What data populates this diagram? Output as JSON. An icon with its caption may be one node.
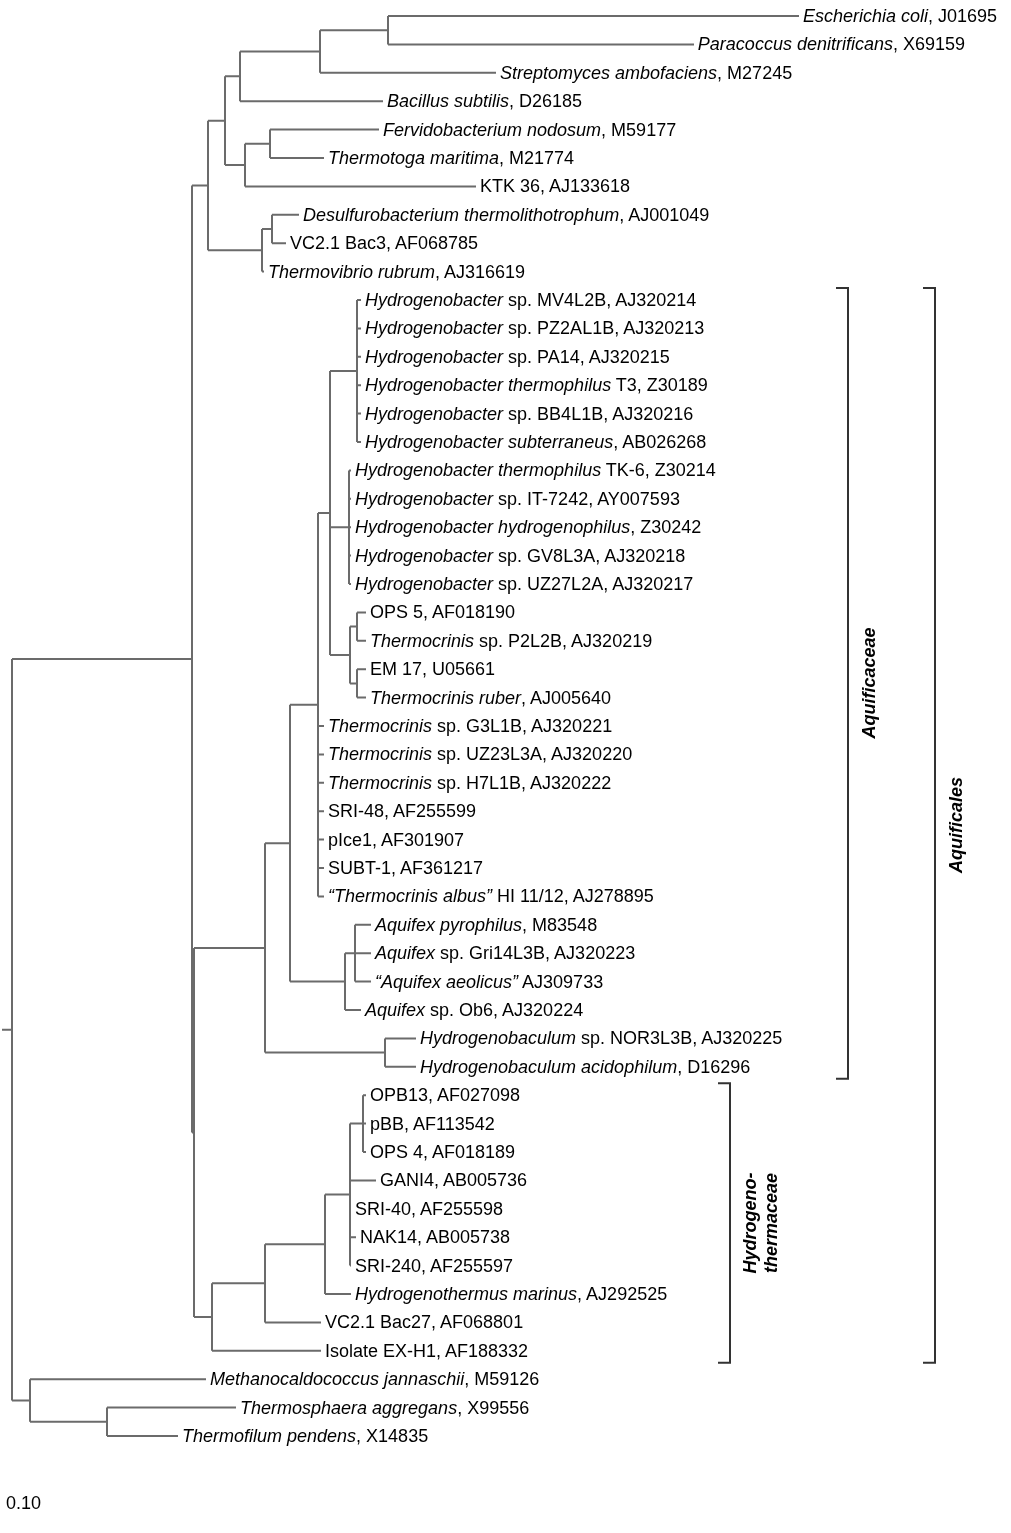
{
  "diagram": {
    "labels": [
      "*Escherichia coli*, J01695",
      "*Paracoccus denitrificans*, X69159",
      "*Streptomyces ambofaciens*, M27245",
      "*Bacillus subtilis*, D26185",
      "*Fervidobacterium nodosum*, M59177",
      "*Thermotoga maritima*, M21774",
      "KTK 36, AJ133618",
      "*Desulfurobacterium thermolithotrophum*, AJ001049",
      "VC2.1 Bac3, AF068785",
      "*Thermovibrio rubrum*, AJ316619",
      "*Hydrogenobacter* sp. MV4L2B, AJ320214",
      "*Hydrogenobacter* sp. PZ2AL1B, AJ320213",
      "*Hydrogenobacter* sp. PA14, AJ320215",
      "*Hydrogenobacter thermophilus* T3, Z30189",
      "*Hydrogenobacter* sp. BB4L1B, AJ320216",
      "*Hydrogenobacter subterraneus*, AB026268",
      "*Hydrogenobacter thermophilus* TK-6, Z30214",
      "*Hydrogenobacter* sp. IT-7242, AY007593",
      "*Hydrogenobacter hydrogenophilus*, Z30242",
      "*Hydrogenobacter* sp. GV8L3A, AJ320218",
      "*Hydrogenobacter* sp. UZ27L2A, AJ320217",
      "OPS 5, AF018190",
      "*Thermocrinis* sp. P2L2B, AJ320219",
      "EM 17, U05661",
      "*Thermocrinis ruber*, AJ005640",
      "*Thermocrinis* sp. G3L1B, AJ320221",
      "*Thermocrinis* sp. UZ23L3A, AJ320220",
      "*Thermocrinis* sp. H7L1B, AJ320222",
      "SRI-48, AF255599",
      "pIce1, AF301907",
      "SUBT-1, AF361217",
      "*“Thermocrinis albus”* HI 11/12, AJ278895",
      "*Aquifex pyrophilus*, M83548",
      "*Aquifex* sp. Gri14L3B, AJ320223",
      "*“Aquifex aeolicus”* AJ309733",
      "*Aquifex* sp. Ob6, AJ320224",
      "*Hydrogenobaculum* sp. NOR3L3B, AJ320225",
      "*Hydrogenobaculum acidophilum*, D16296",
      "OPB13, AF027098",
      "pBB, AF113542",
      "OPS 4, AF018189",
      "GANI4, AB005736",
      "SRI-40, AF255598",
      "NAK14, AB005738",
      "SRI-240, AF255597",
      "*Hydrogenothermus marinus*, AJ292525",
      "VC2.1 Bac27, AF068801",
      "Isolate EX-H1, AF188332",
      "*Methanocaldococcus jannaschii*, M59126",
      "*Thermosphaera aggregans*, X99556",
      "*Thermofilum pendens*, X14835",
      "Aquificaceae",
      "Aquificales",
      "Hydrogeno- thermaceae",
      "0.10"
    ]
  }
}
